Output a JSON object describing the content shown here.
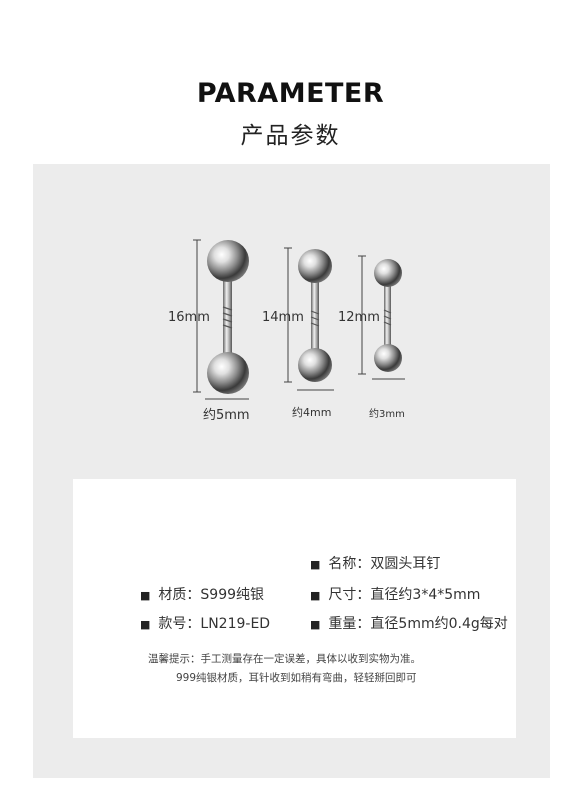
{
  "header": {
    "title": "PARAMETER",
    "subtitle": "产品参数"
  },
  "products": [
    {
      "length_label": "16mm",
      "width_label": "约5mm"
    },
    {
      "length_label": "14mm",
      "width_label": "约4mm"
    },
    {
      "length_label": "12mm",
      "width_label": "约3mm"
    }
  ],
  "specs": {
    "bullet": "■",
    "name": "名称：双圆头耳钉",
    "material": "材质：S999纯银",
    "size": "尺寸：直径约3*4*5mm",
    "model": "款号：LN219-ED",
    "weight": "重量：直径5mm约0.4g每对"
  },
  "notes": {
    "line1": "温馨提示：手工测量存在一定误差，具体以收到实物为准。",
    "line2": "999纯银材质，耳针收到如稍有弯曲，轻轻掰回即可"
  },
  "colors": {
    "panel": "#ececec",
    "metal_light": "#f5f5f5",
    "metal_dark": "#2e2e2e"
  }
}
